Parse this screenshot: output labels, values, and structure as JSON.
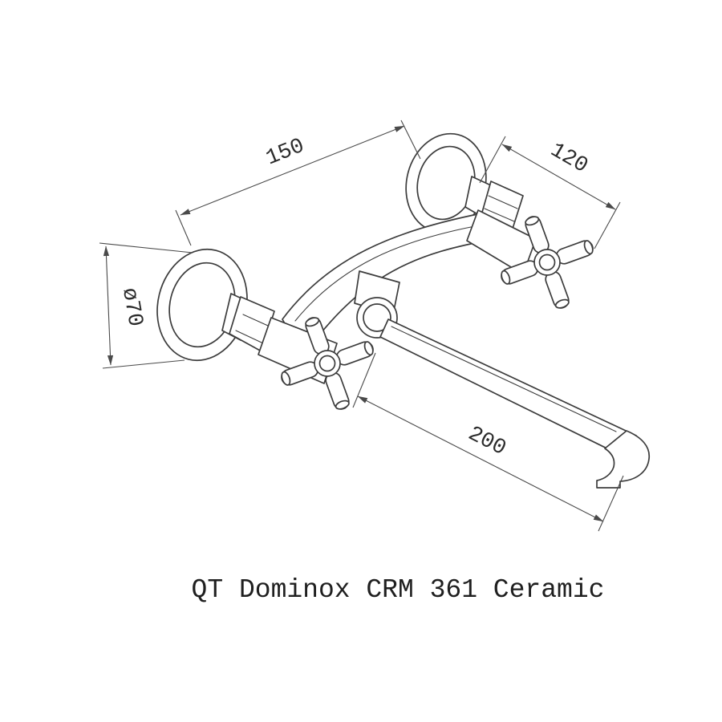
{
  "figure": {
    "caption": "QT Dominox CRM 361 Ceramic"
  },
  "dimensions": {
    "mounting_span": "150",
    "handle_span": "120",
    "flange_diameter": "ø70",
    "spout_length": "200"
  },
  "colors": {
    "background": "#ffffff",
    "drawing_line": "#3c3c3c",
    "dimension_line": "#4a4a4a",
    "text": "#1f1f1f"
  }
}
